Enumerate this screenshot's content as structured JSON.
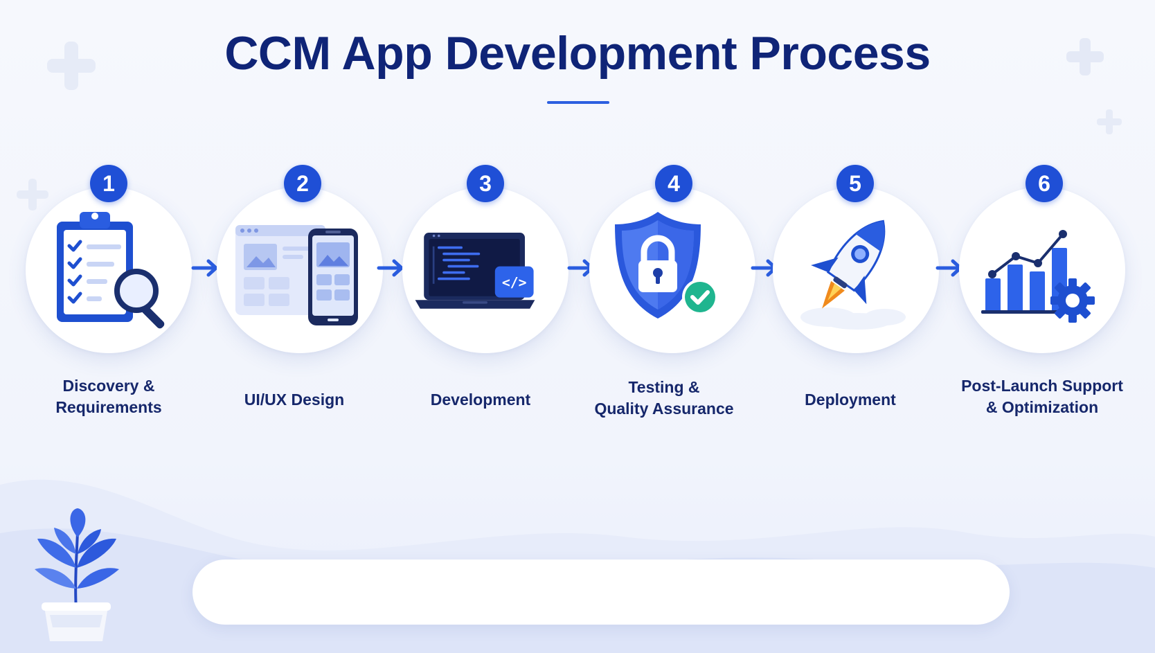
{
  "title": "CCM App Development Process",
  "colors": {
    "title": "#0f2477",
    "accent": "#1f4fd6",
    "label": "#16276b",
    "check": "#1fb58f",
    "flame": "#f08a1c"
  },
  "steps": [
    {
      "number": "1",
      "label": "Discovery &\nRequirements",
      "icon": "clipboard-search-icon"
    },
    {
      "number": "2",
      "label": "UI/UX Design",
      "icon": "browser-phone-design-icon"
    },
    {
      "number": "3",
      "label": "Development",
      "icon": "laptop-code-icon"
    },
    {
      "number": "4",
      "label": "Testing &\nQuality Assurance",
      "icon": "shield-lock-check-icon"
    },
    {
      "number": "5",
      "label": "Deployment",
      "icon": "rocket-icon"
    },
    {
      "number": "6",
      "label": "Post-Launch Support\n& Optimization",
      "icon": "chart-gear-icon"
    }
  ],
  "decorations": {
    "plus": "plus-icon",
    "plant": "plant-icon",
    "arrow": "arrow-right-icon"
  }
}
